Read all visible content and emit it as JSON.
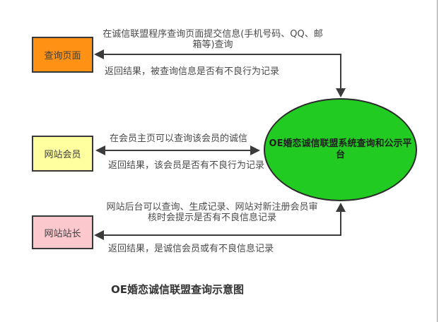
{
  "title": "OE婚恋诚信联盟查询示意图",
  "nodes": {
    "query_page": {
      "label": "查询页面",
      "fill": "#FF9214",
      "border": "#383838"
    },
    "site_member": {
      "label": "网站会员",
      "fill": "#FFFFA0",
      "border": "#383838"
    },
    "site_webmaster": {
      "label": "网站站长",
      "fill": "#FBC9CD",
      "border": "#383838"
    },
    "platform": {
      "label": "OE婚恋诚信联盟系统查询和公示平台",
      "fill": "#21CB21",
      "border": "#2b2b2b"
    }
  },
  "edges": {
    "query_request": "在诚信联盟程序查询页面提交信息(手机号码、QQ、邮箱等)查询",
    "query_response": "返回结果，被查询信息是否有不良行为记录",
    "member_request": "在会员主页可以查询该会员的诚信",
    "member_response": "返回结果，该会员是否有不良行为记录",
    "webmaster_request": "网站后台可以查询、生成记录、网站对新注册会员审核时会提示是否有不良信息记录",
    "webmaster_response": "返回结果，是诚信会员或有不良信息记录"
  },
  "colors": {
    "arrow": "#3b3b3b",
    "note_text": "#4a4a4a",
    "title_text": "#333333",
    "background": "#ffffff"
  }
}
